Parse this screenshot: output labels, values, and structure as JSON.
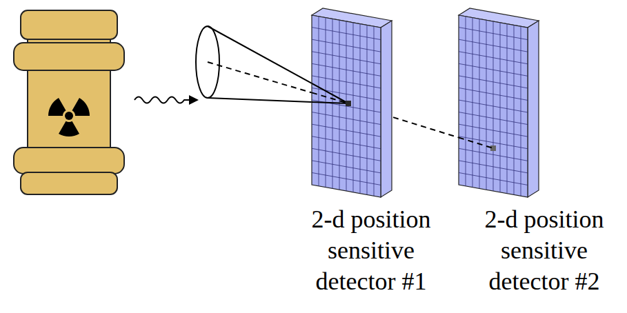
{
  "diagram": {
    "nodes": [
      {
        "text": [
          "2-d position sensitive detector #1"
        ]
      },
      {
        "text": [
          "2-d position sensitive detector #2"
        ]
      }
    ],
    "edges": [
      {
        "from": 0,
        "to": 1,
        "arrow": "none"
      }
    ]
  }
}
